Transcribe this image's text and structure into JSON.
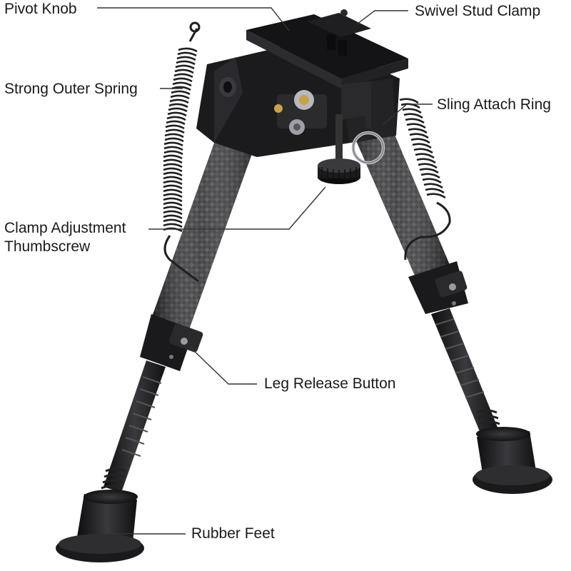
{
  "labels": {
    "pivot_knob": "Pivot Knob",
    "swivel_stud_clamp": "Swivel Stud Clamp",
    "strong_outer_spring": "Strong Outer Spring",
    "sling_attach_ring": "Sling Attach Ring",
    "clamp_adjustment_thumbscrew_line1": "Clamp Adjustment",
    "clamp_adjustment_thumbscrew_line2": "Thumbscrew",
    "leg_release_button": "Leg Release Button",
    "rubber_feet": "Rubber Feet"
  },
  "colors": {
    "background": "#ffffff",
    "leader_line": "#333333",
    "metal_dark": "#1c1c1e",
    "metal_mid": "#3a3a3d",
    "carbon_light": "#5a5a5e",
    "spring": "#2a2a2a",
    "brass": "#c8a24a",
    "silver_ring": "#b9bcc2"
  }
}
